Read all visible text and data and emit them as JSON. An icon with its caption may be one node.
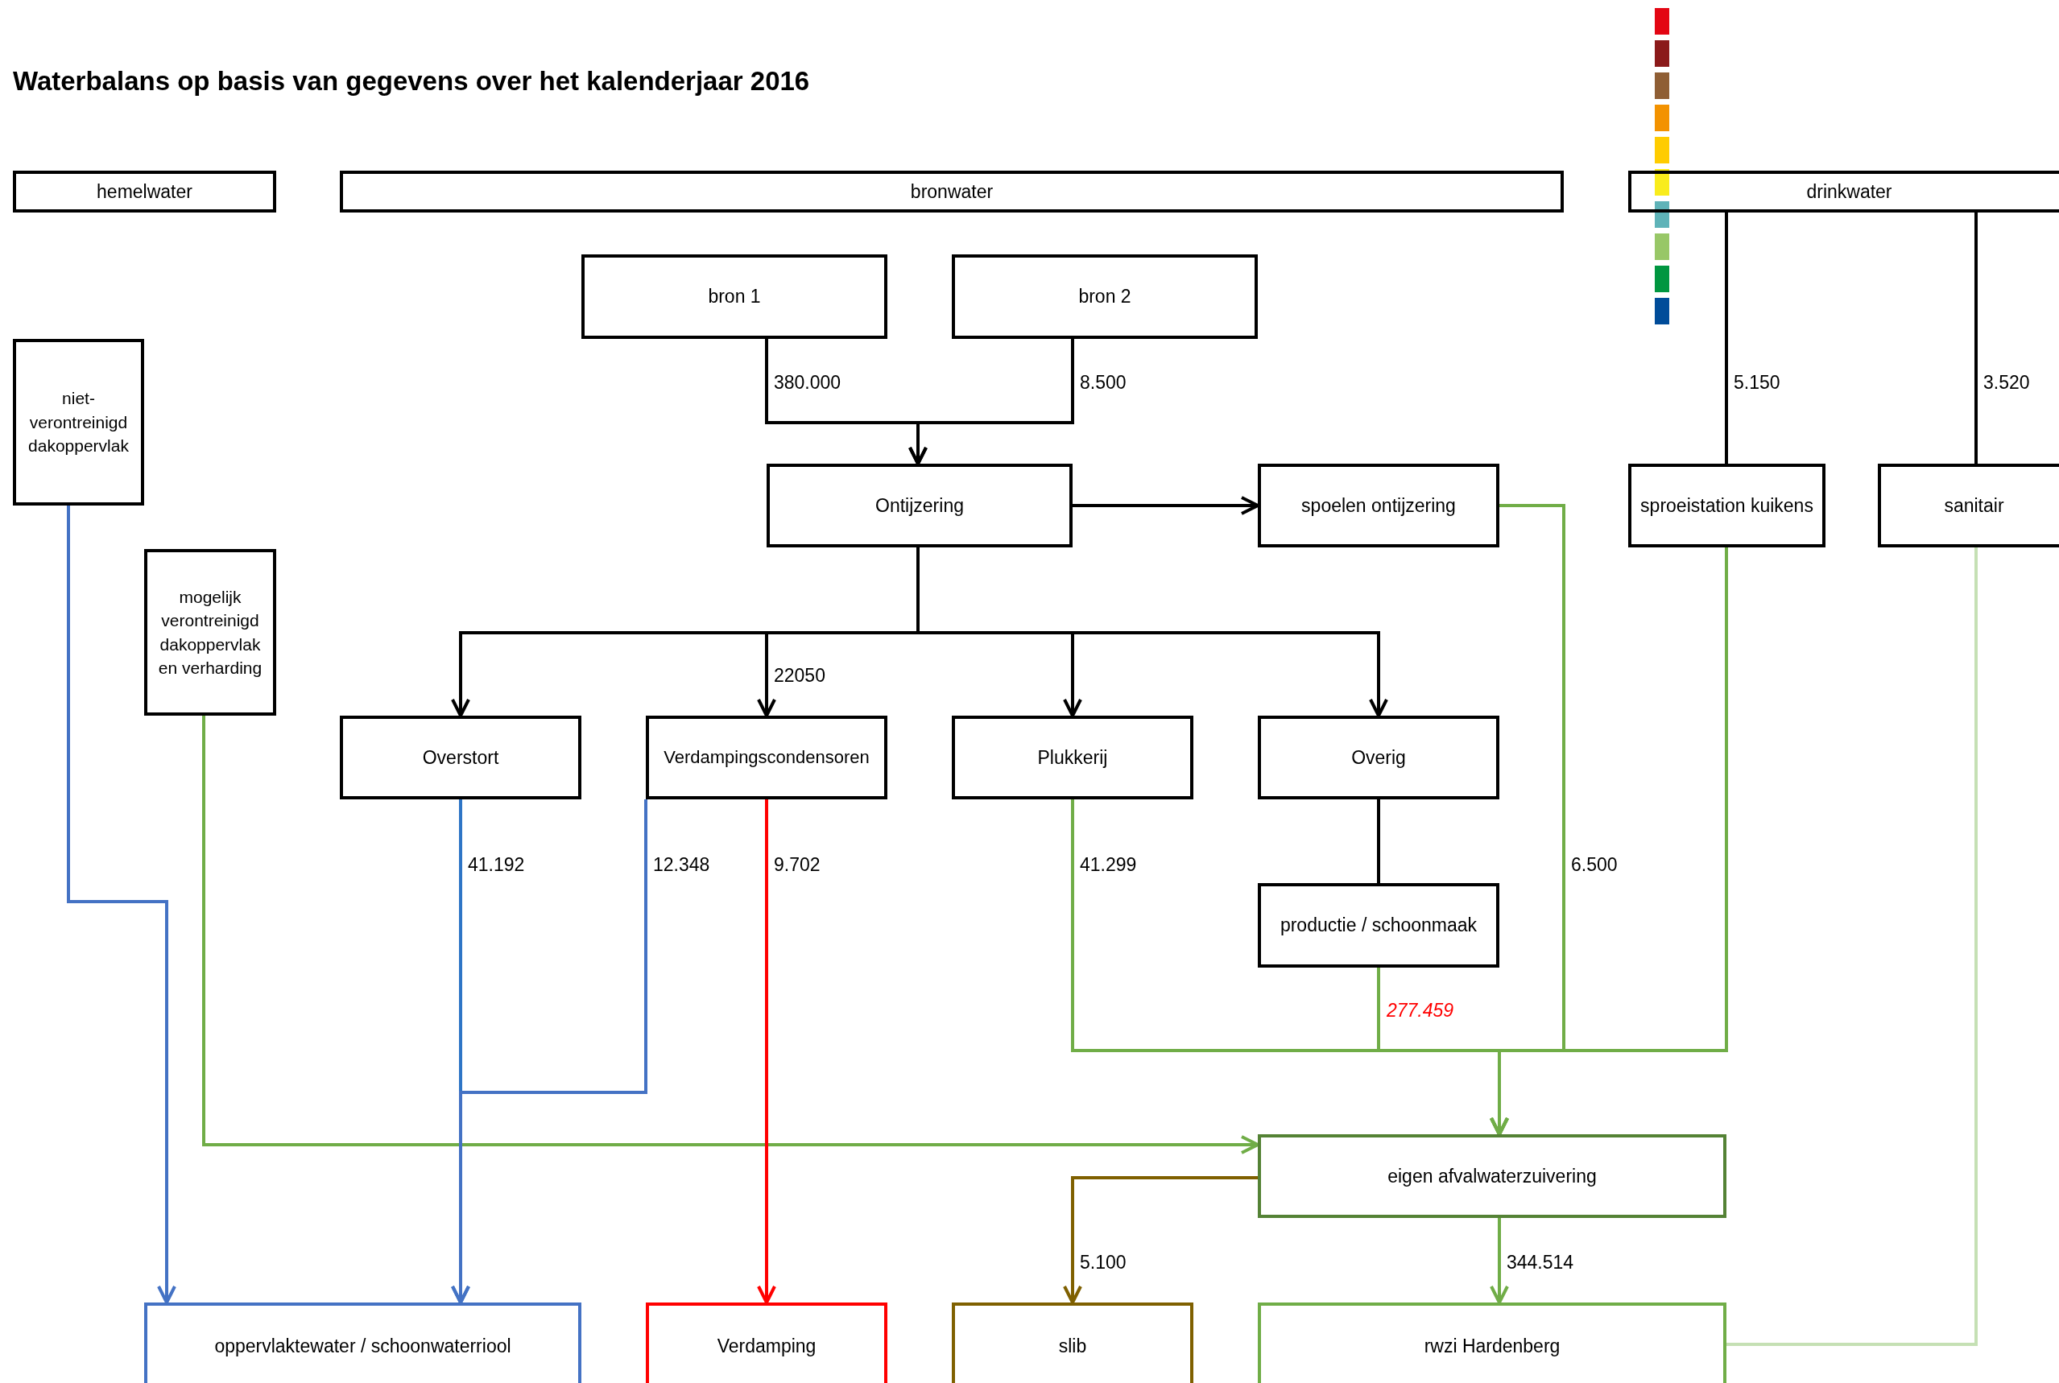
{
  "diagram": {
    "title": "Waterbalans op basis van gegevens over het kalenderjaar 2016",
    "nodes": [
      {
        "text": [
          "hemelwater"
        ]
      },
      {
        "text": [
          "bronwater"
        ]
      },
      {
        "text": [
          "drinkwater"
        ]
      },
      {
        "text": [
          "bron 1"
        ]
      },
      {
        "text": [
          "bron 2"
        ]
      },
      {
        "text": [
          "niet-verontreinigd dakoppervlak"
        ]
      },
      {
        "text": [
          "Ontijzering"
        ]
      },
      {
        "text": [
          "spoelen ontijzering"
        ]
      },
      {
        "text": [
          "sproeistation kuikens"
        ]
      },
      {
        "text": [
          "sanitair"
        ]
      },
      {
        "text": [
          "mogelijk verontreinigd dakoppervlak en verharding"
        ]
      },
      {
        "text": [
          "Overstort"
        ]
      },
      {
        "text": [
          "Verdampingscondensoren"
        ]
      },
      {
        "text": [
          "Plukkerij"
        ]
      },
      {
        "text": [
          "Overig"
        ]
      },
      {
        "text": [
          "productie / schoonmaak"
        ]
      },
      {
        "text": [
          "eigen afvalwaterzuivering"
        ]
      },
      {
        "text": [
          "oppervlaktewater / schoonwaterriool"
        ]
      },
      {
        "text": [
          "Verdamping"
        ]
      },
      {
        "text": [
          "slib"
        ]
      },
      {
        "text": [
          "rwzi Hardenberg"
        ]
      }
    ],
    "edges": [
      {
        "from": 2,
        "to": 8,
        "arrow": "none",
        "label": "5.150"
      },
      {
        "from": 2,
        "to": 9,
        "arrow": "none",
        "label": "3.520"
      },
      {
        "from": 3,
        "to": 6,
        "arrow": "to",
        "label": "380.000"
      },
      {
        "from": 4,
        "to": 6,
        "arrow": "to",
        "label": "8.500"
      },
      {
        "from": 6,
        "to": 7,
        "arrow": "to"
      },
      {
        "from": 6,
        "to": 11,
        "arrow": "to"
      },
      {
        "from": 6,
        "to": 12,
        "arrow": "to",
        "label": "22050"
      },
      {
        "from": 6,
        "to": 13,
        "arrow": "to"
      },
      {
        "from": 6,
        "to": 14,
        "arrow": "to"
      },
      {
        "from": 14,
        "to": 15,
        "arrow": "none"
      },
      {
        "from": 5,
        "to": 17,
        "arrow": "to",
        "color": "#4472c4"
      },
      {
        "from": 10,
        "to": 16,
        "arrow": "to",
        "color": "#70ad47"
      },
      {
        "from": 11,
        "to": 17,
        "arrow": "to",
        "label": "41.192",
        "color": "#2e75c6"
      },
      {
        "from": 12,
        "to": 17,
        "arrow": "to",
        "label": "12.348",
        "color": "#4472c4"
      },
      {
        "from": 12,
        "to": 18,
        "arrow": "to",
        "label": "9.702",
        "color": "#ff0000"
      },
      {
        "from": 13,
        "to": 16,
        "arrow": "to",
        "label": "41.299",
        "color": "#70ad47"
      },
      {
        "from": 15,
        "to": 16,
        "arrow": "to",
        "label": "277.459",
        "color": "#70ad47"
      },
      {
        "from": 7,
        "to": 16,
        "arrow": "to",
        "label": "6.500",
        "color": "#70ad47"
      },
      {
        "from": 8,
        "to": 16,
        "arrow": "to",
        "color": "#70ad47"
      },
      {
        "from": 9,
        "to": 20,
        "arrow": "none",
        "color": "#c5e0b4"
      },
      {
        "from": 16,
        "to": 19,
        "arrow": "to",
        "label": "5.100",
        "color": "#7f6000"
      },
      {
        "from": 16,
        "to": 20,
        "arrow": "to",
        "label": "344.514",
        "color": "#70ad47"
      }
    ]
  }
}
